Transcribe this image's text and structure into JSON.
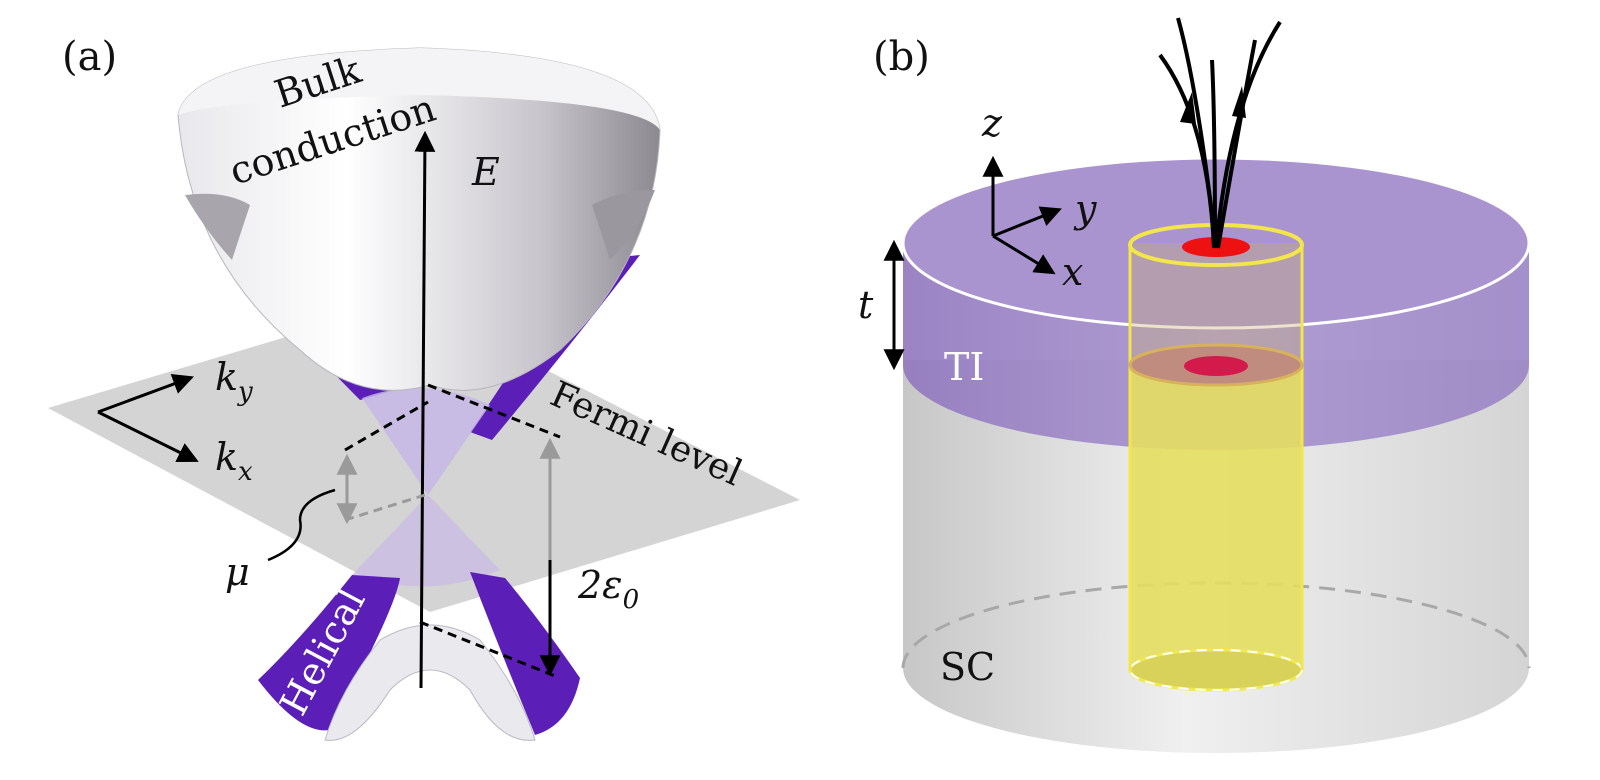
{
  "panel_a": {
    "tag": "(a)",
    "bulk_line1": "Bulk",
    "bulk_line2": "conduction",
    "axis_e": "E",
    "ky_main": "k",
    "ky_sub": "y",
    "kx_main": "k",
    "kx_sub": "x",
    "fermi": "Fermi level",
    "mu": "μ",
    "gap_main": "2ε",
    "gap_sub": "0",
    "helical": "Helical"
  },
  "panel_b": {
    "tag": "(b)",
    "z": "z",
    "y": "y",
    "x": "x",
    "t": "t",
    "ti": "TI",
    "sc": "SC"
  },
  "colors": {
    "purple": "#5b1fb8",
    "ti_layer": "#9d86c6",
    "sc_body": "#d8d8d8",
    "vortex": "#e8e25a",
    "core": "#ee1111",
    "plane": "#cfcfcf"
  }
}
